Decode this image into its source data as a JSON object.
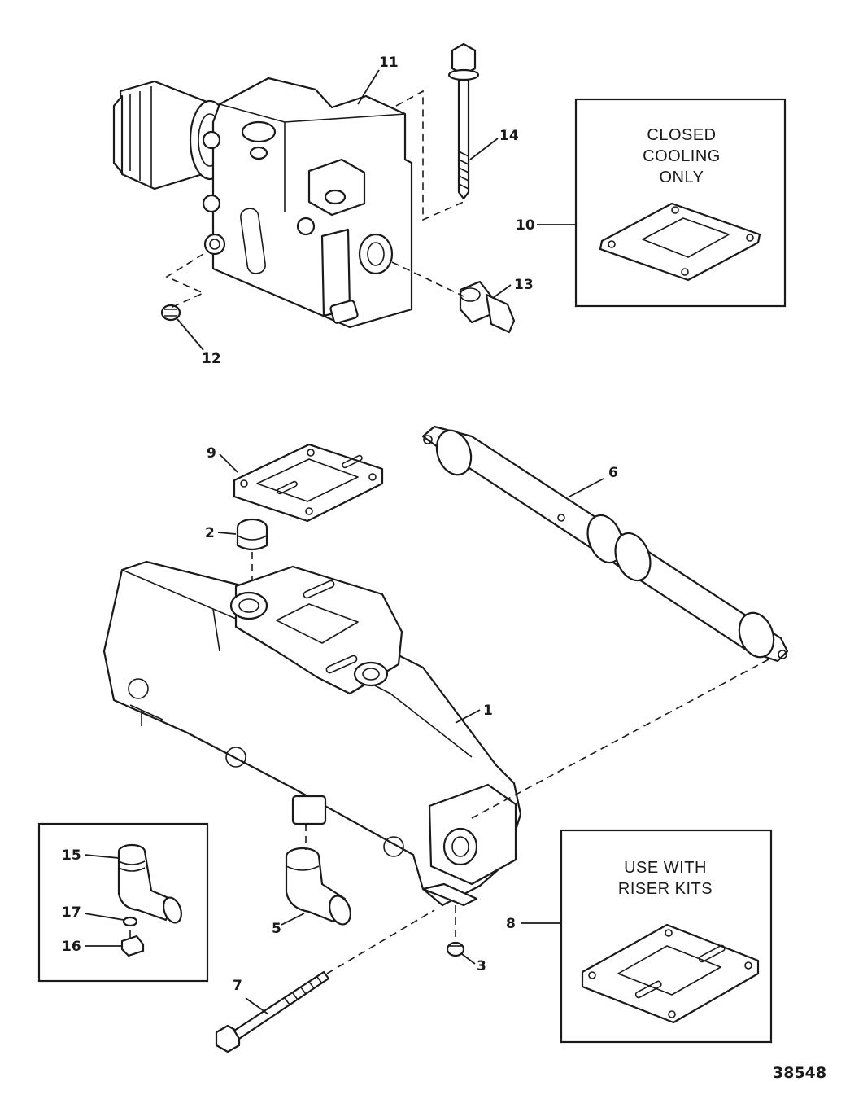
{
  "figure_number": "38548",
  "callouts": {
    "c1": "1",
    "c2": "2",
    "c3": "3",
    "c5": "5",
    "c6": "6",
    "c7": "7",
    "c8": "8",
    "c9": "9",
    "c10": "10",
    "c11": "11",
    "c12": "12",
    "c13": "13",
    "c14": "14",
    "c15": "15",
    "c16": "16",
    "c17": "17"
  },
  "insets": {
    "closed_cooling": {
      "lines": [
        "CLOSED",
        "COOLING",
        "ONLY"
      ]
    },
    "riser_kits": {
      "lines": [
        "USE WITH",
        "RISER KITS"
      ]
    }
  }
}
